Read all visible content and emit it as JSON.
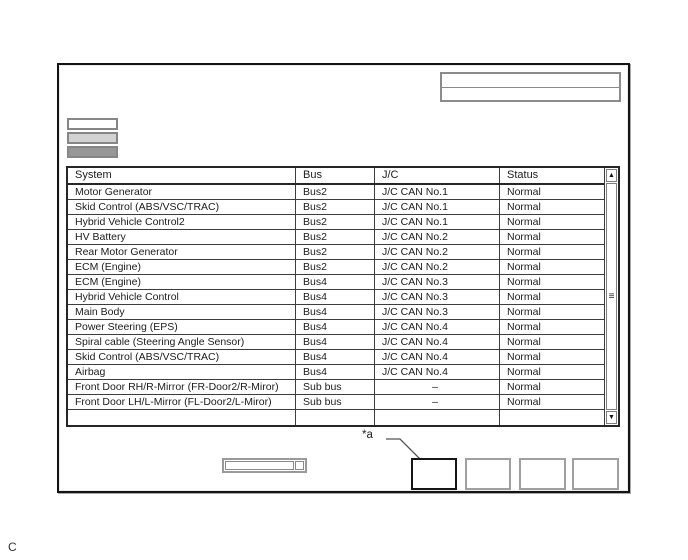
{
  "figure_label": "C",
  "callout": {
    "label": "*a"
  },
  "table": {
    "columns": [
      "System",
      "Bus",
      "J/C",
      "Status"
    ],
    "rows": [
      [
        "Motor Generator",
        "Bus2",
        "J/C CAN No.1",
        "Normal"
      ],
      [
        "Skid Control (ABS/VSC/TRAC)",
        "Bus2",
        "J/C CAN No.1",
        "Normal"
      ],
      [
        "Hybrid Vehicle Control2",
        "Bus2",
        "J/C CAN No.1",
        "Normal"
      ],
      [
        "HV Battery",
        "Bus2",
        "J/C CAN No.2",
        "Normal"
      ],
      [
        "Rear Motor Generator",
        "Bus2",
        "J/C CAN No.2",
        "Normal"
      ],
      [
        "ECM (Engine)",
        "Bus2",
        "J/C CAN No.2",
        "Normal"
      ],
      [
        "ECM (Engine)",
        "Bus4",
        "J/C CAN No.3",
        "Normal"
      ],
      [
        "Hybrid Vehicle Control",
        "Bus4",
        "J/C CAN No.3",
        "Normal"
      ],
      [
        "Main Body",
        "Bus4",
        "J/C CAN No.3",
        "Normal"
      ],
      [
        "Power Steering (EPS)",
        "Bus4",
        "J/C CAN No.4",
        "Normal"
      ],
      [
        "Spiral cable (Steering Angle Sensor)",
        "Bus4",
        "J/C CAN No.4",
        "Normal"
      ],
      [
        "Skid Control (ABS/VSC/TRAC)",
        "Bus4",
        "J/C CAN No.4",
        "Normal"
      ],
      [
        "Airbag",
        "Bus4",
        "J/C CAN No.4",
        "Normal"
      ],
      [
        "Front Door RH/R-Mirror (FR-Door2/R-Miror)",
        "Sub bus",
        "–",
        "Normal"
      ],
      [
        "Front Door LH/L-Mirror (FL-Door2/L-Miror)",
        "Sub bus",
        "–",
        "Normal"
      ]
    ]
  },
  "scrollbar": {
    "up_icon": "▲",
    "down_icon": "▼",
    "grip_icon": "≡"
  },
  "colors": {
    "swatch_white": "#ffffff",
    "swatch_light_gray": "#d2d2d2",
    "swatch_dark_gray": "#979797",
    "highlighted_button_border": "#161616",
    "line_color": "#262626"
  }
}
